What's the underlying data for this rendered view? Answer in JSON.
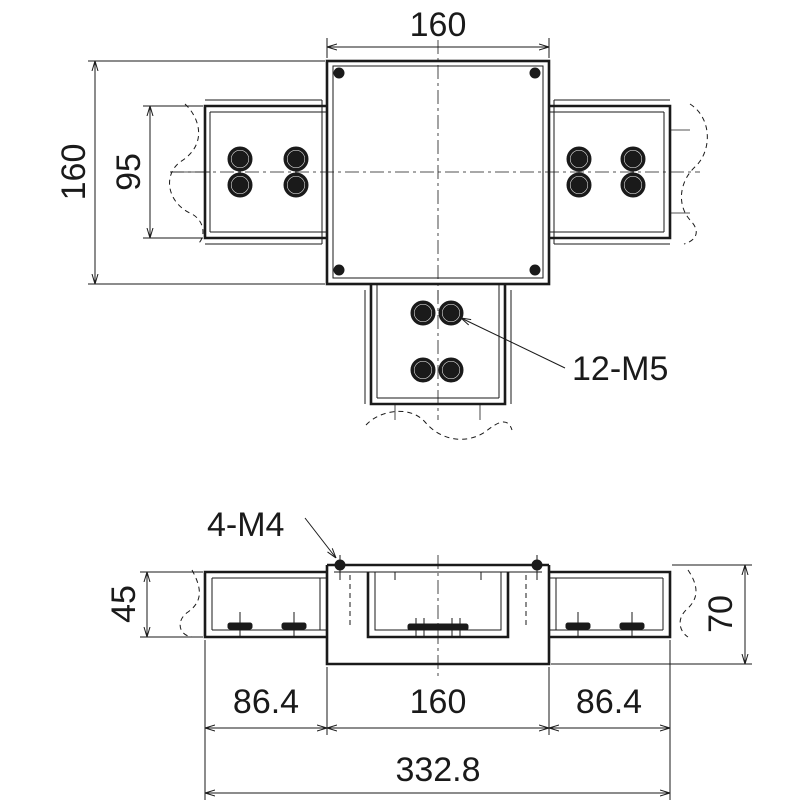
{
  "top_view": {
    "dim_width": "160",
    "dim_height_outer": "160",
    "dim_height_inner": "95",
    "callout_holes": "12-M5"
  },
  "side_view": {
    "callout_screws": "4-M4",
    "dim_height_left": "45",
    "dim_height_right": "70",
    "dim_left": "86.4",
    "dim_center": "160",
    "dim_right": "86.4",
    "dim_total": "332.8"
  }
}
